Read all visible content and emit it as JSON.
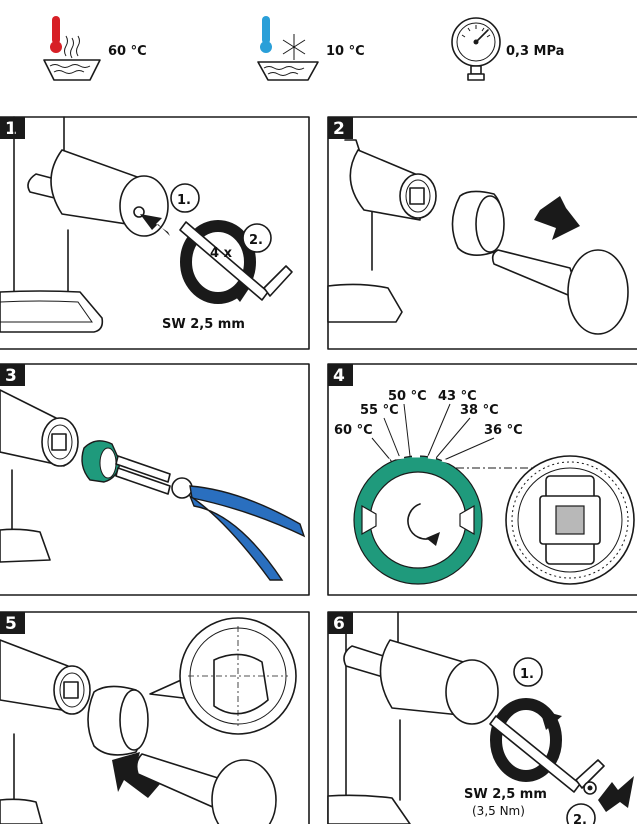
{
  "header": {
    "hot_temp": "60 °C",
    "cold_temp": "10 °C",
    "pressure": "0,3 MPa"
  },
  "panels": [
    {
      "number": "1",
      "step1": "1.",
      "step2": "2.",
      "turns": "4 x",
      "tool": "SW 2,5 mm"
    },
    {
      "number": "2"
    },
    {
      "number": "3"
    },
    {
      "number": "4",
      "temps": [
        "50 °C",
        "43 °C",
        "55 °C",
        "38 °C",
        "60 °C",
        "36 °C"
      ]
    },
    {
      "number": "5"
    },
    {
      "number": "6",
      "step1": "1.",
      "step2": "2.",
      "tool": "SW 2,5 mm",
      "torque": "(3,5 Nm)"
    }
  ],
  "colors": {
    "hot": "#d71f26",
    "cold": "#2a9fd8",
    "ring": "#1f9a7c",
    "pliers": "#2a6fbf",
    "frame": "#1a1a1a"
  }
}
